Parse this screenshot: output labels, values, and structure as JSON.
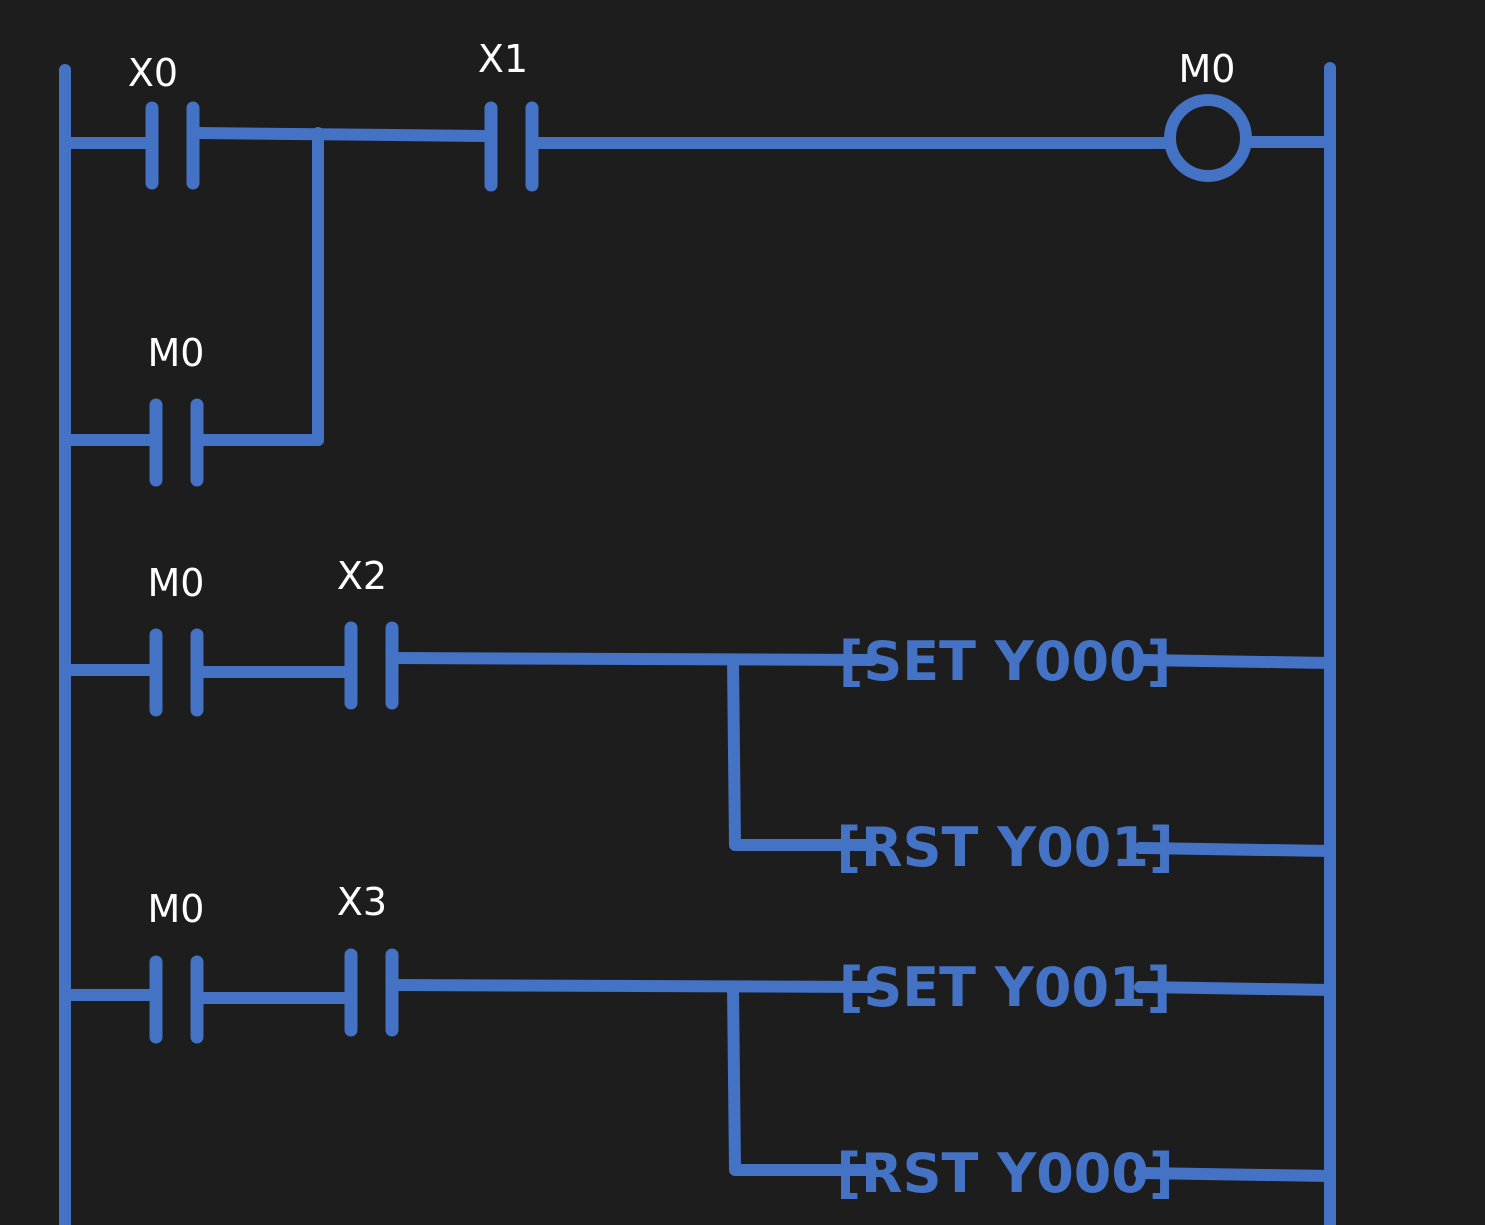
{
  "colors": {
    "background": "#1d1d1d",
    "wire": "#4472c4",
    "label": "#ffffff"
  },
  "rungs": [
    {
      "contacts": [
        {
          "label": "X0"
        },
        {
          "label": "X1"
        }
      ],
      "branch_contacts": [
        {
          "label": "M0"
        }
      ],
      "coil": {
        "label": "M0"
      }
    },
    {
      "contacts": [
        {
          "label": "M0"
        },
        {
          "label": "X2"
        }
      ],
      "outputs": [
        {
          "label": "[SET Y000]"
        },
        {
          "label": "[RST Y001]"
        }
      ]
    },
    {
      "contacts": [
        {
          "label": "M0"
        },
        {
          "label": "X3"
        }
      ],
      "outputs": [
        {
          "label": "[SET Y001]"
        },
        {
          "label": "[RST Y000]"
        }
      ]
    }
  ]
}
